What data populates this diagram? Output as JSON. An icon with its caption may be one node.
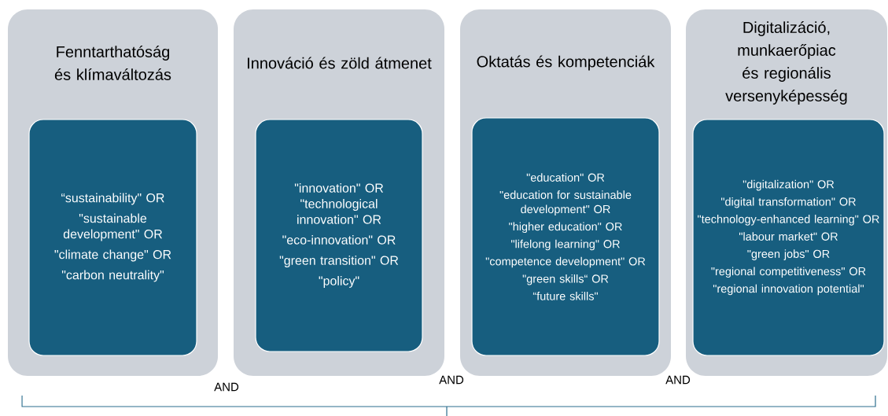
{
  "diagram": {
    "nodes": [
      {
        "text": [
          "Fenntarthatóság és klímaváltozás"
        ]
      },
      {
        "text": [
          "“sustainability\" OR",
          "\"sustainable development\" OR",
          "\"climate change\" OR",
          "\"carbon neutrality\""
        ],
        "in": 0
      },
      {
        "text": [
          "Innováció és zöld átmenet"
        ]
      },
      {
        "text": [
          "\"innovation\" OR \"technological innovation\" OR",
          "\"eco-innovation\" OR",
          "\"green transition\" OR",
          "\"policy\""
        ],
        "in": 2
      },
      {
        "text": [
          "Oktatás és kompetenciák"
        ]
      },
      {
        "text": [
          "\"education\" OR",
          "\"education for sustainable development\" OR",
          "\"higher education\" OR",
          "\"lifelong learning\" OR",
          "\"competence development\" OR",
          "\"green skills“ OR",
          "“future skills\""
        ],
        "in": 4
      },
      {
        "text": [
          "Digitalizáció, munkaerőpiac és regionális versenyképesség"
        ]
      },
      {
        "text": [
          "\"digitalization\" OR",
          "\"digital transformation\" OR",
          "\"technology-enhanced learning\" OR",
          "\"labour market\" OR",
          "\"green jobs\" OR",
          "\"regional competitiveness\" OR",
          "\"regional innovation potential\""
        ],
        "in": 6
      }
    ],
    "labels": [
      "AND",
      "AND",
      "AND"
    ]
  }
}
